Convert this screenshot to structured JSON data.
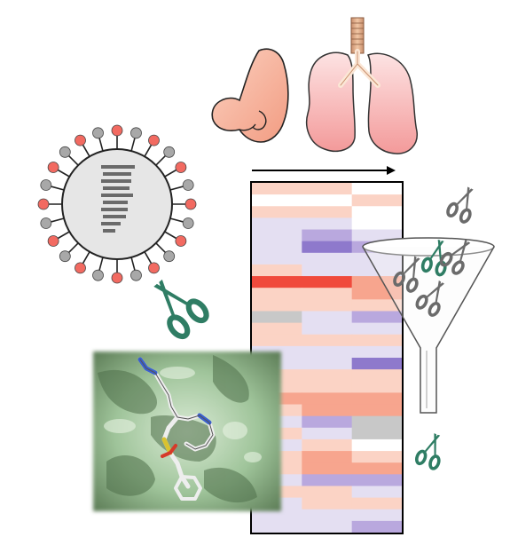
{
  "figure": {
    "colors": {
      "positive_strong": "#f04a3c",
      "positive_mid": "#f7a58e",
      "positive_light": "#fbd3c5",
      "neutral": "#ffffff",
      "negative_light": "#e4dff2",
      "negative_mid": "#b9a8de",
      "negative_strong": "#8e79cc",
      "missing": "#c8c8c8",
      "scissors": "#2f7d64",
      "scissors_gray": "#6b6b6b",
      "virus_spike_red": "#f26a61",
      "virus_spike_gray": "#a8a8a8",
      "nose": "#f5b39c",
      "lung": "#f7a6a6",
      "protein_surface": "#9fc49a"
    },
    "icons": [
      "virus-icon",
      "nose-icon",
      "lungs-icon",
      "scissors-icon",
      "funnel-icon",
      "protein-structure-image",
      "arrow-right-icon"
    ],
    "heatmap": {
      "columns": 3,
      "rows": [
        [
          "positive_light",
          "positive_light",
          "neutral"
        ],
        [
          "neutral",
          "neutral",
          "positive_light"
        ],
        [
          "positive_light",
          "positive_light",
          "neutral"
        ],
        [
          "negative_light",
          "negative_light",
          "neutral"
        ],
        [
          "negative_light",
          "negative_mid",
          "negative_light"
        ],
        [
          "negative_light",
          "negative_strong",
          "negative_mid"
        ],
        [
          "negative_light",
          "negative_light",
          "negative_light"
        ],
        [
          "positive_light",
          "negative_light",
          "negative_light"
        ],
        [
          "positive_strong",
          "positive_strong",
          "positive_mid"
        ],
        [
          "positive_light",
          "positive_light",
          "positive_mid"
        ],
        [
          "positive_light",
          "positive_light",
          "positive_light"
        ],
        [
          "missing",
          "negative_light",
          "negative_mid"
        ],
        [
          "positive_light",
          "negative_light",
          "negative_light"
        ],
        [
          "positive_light",
          "positive_light",
          "positive_light"
        ],
        [
          "negative_light",
          "negative_light",
          "negative_light"
        ],
        [
          "negative_light",
          "negative_light",
          "negative_strong"
        ],
        [
          "positive_light",
          "positive_light",
          "positive_light"
        ],
        [
          "positive_light",
          "positive_light",
          "positive_light"
        ],
        [
          "positive_mid",
          "positive_mid",
          "positive_mid"
        ],
        [
          "positive_light",
          "positive_mid",
          "positive_mid"
        ],
        [
          "negative_light",
          "negative_mid",
          "missing"
        ],
        [
          "positive_light",
          "negative_light",
          "missing"
        ],
        [
          "negative_light",
          "positive_light",
          "neutral"
        ],
        [
          "positive_light",
          "positive_mid",
          "positive_light"
        ],
        [
          "positive_light",
          "positive_mid",
          "positive_mid"
        ],
        [
          "negative_light",
          "negative_mid",
          "negative_mid"
        ],
        [
          "positive_light",
          "positive_light",
          "negative_light"
        ],
        [
          "negative_light",
          "positive_light",
          "positive_light"
        ],
        [
          "negative_light",
          "negative_light",
          "negative_light"
        ],
        [
          "negative_light",
          "negative_light",
          "negative_mid"
        ]
      ]
    }
  }
}
